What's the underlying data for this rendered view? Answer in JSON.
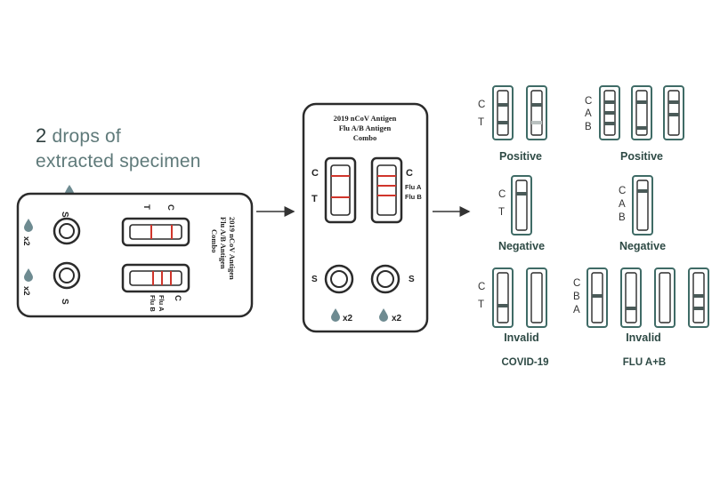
{
  "instruction": {
    "line1_number": "2",
    "line1_text": "drops of",
    "line2": "extracted specimen"
  },
  "cassette_left": {
    "title_lines": [
      "2019 nCoV Antigen",
      "Flu A/B Antigen",
      "Combo"
    ],
    "top_well": {
      "label": "S",
      "drops": "x2"
    },
    "bottom_well": {
      "label": "S",
      "drops": "x2"
    },
    "top_strip": {
      "marks": [
        "T",
        "C"
      ]
    },
    "bottom_strip": {
      "marks": [
        "C",
        "Flu A",
        "Flu B"
      ]
    }
  },
  "cassette_middle": {
    "title_lines": [
      "2019 nCoV Antigen",
      "Flu A/B Antigen",
      "Combo"
    ],
    "left_strip_marks": [
      "C",
      "T"
    ],
    "right_strip_marks": [
      "C",
      "Flu A",
      "Flu B"
    ],
    "left_well": {
      "label": "S",
      "drops": "x2"
    },
    "right_well": {
      "label": "S",
      "drops": "x2"
    }
  },
  "results": {
    "covid": {
      "category": "COVID-19",
      "positive": {
        "label": "Positive",
        "marks": [
          "C",
          "T"
        ]
      },
      "negative": {
        "label": "Negative",
        "marks": [
          "C",
          "T"
        ]
      },
      "invalid": {
        "label": "Invalid",
        "marks": [
          "C",
          "T"
        ]
      }
    },
    "flu": {
      "category": "FLU A+B",
      "positive": {
        "label": "Positive",
        "marks": [
          "C",
          "A",
          "B"
        ]
      },
      "negative": {
        "label": "Negative",
        "marks": [
          "C",
          "A",
          "B"
        ]
      },
      "invalid": {
        "label": "Invalid",
        "marks": [
          "C",
          "B",
          "A"
        ]
      }
    }
  },
  "colors": {
    "outline": "#2b2b2b",
    "test_line": "#d0352b",
    "result_frame": "#3f6b66",
    "result_band": "#4a5a58",
    "label_text": "#2e4a45",
    "drop": "#6e8b91"
  }
}
